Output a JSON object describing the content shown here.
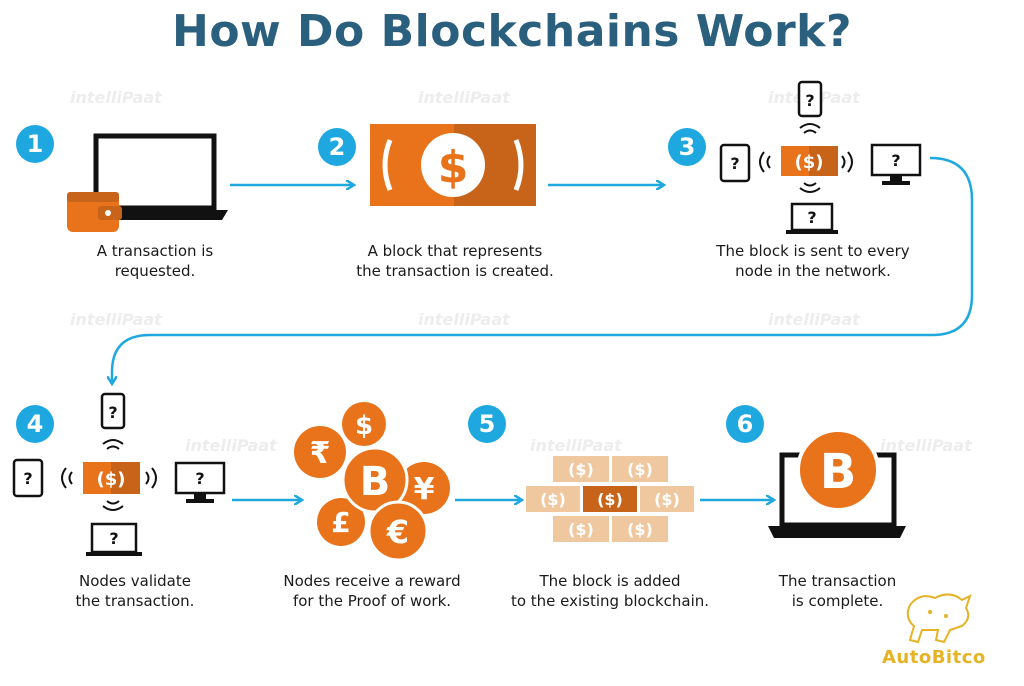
{
  "title": "How Do Blockchains Work?",
  "steps": [
    {
      "number": "1",
      "line1": "A transaction is",
      "line2": "requested."
    },
    {
      "number": "2",
      "line1": "A block that represents",
      "line2": "the transaction is created."
    },
    {
      "number": "3",
      "line1": "The block is sent to every",
      "line2": "node in the network."
    },
    {
      "number": "4",
      "line1": "Nodes validate",
      "line2": "the transaction."
    },
    {
      "number": "",
      "line1": "Nodes receive a reward",
      "line2": "for the Proof of work."
    },
    {
      "number": "5",
      "line1": "The block is added",
      "line2": "to the existing blockchain."
    },
    {
      "number": "6",
      "line1": "The transaction",
      "line2": "is complete."
    }
  ],
  "symbols": {
    "dollar": "$",
    "question": "?",
    "bitcoin": "B",
    "rupee": "₹",
    "yen": "¥",
    "pound": "£",
    "euro": "€",
    "bracket_dollar": "($)"
  },
  "watermark": "intelliPaat",
  "brand": "AutoBitco",
  "colors": {
    "title": "#2b5f7e",
    "accent_blue": "#1fa8e0",
    "orange": "#e8731a",
    "dark_orange": "#c8631a",
    "light_orange": "#f0c8a0"
  }
}
